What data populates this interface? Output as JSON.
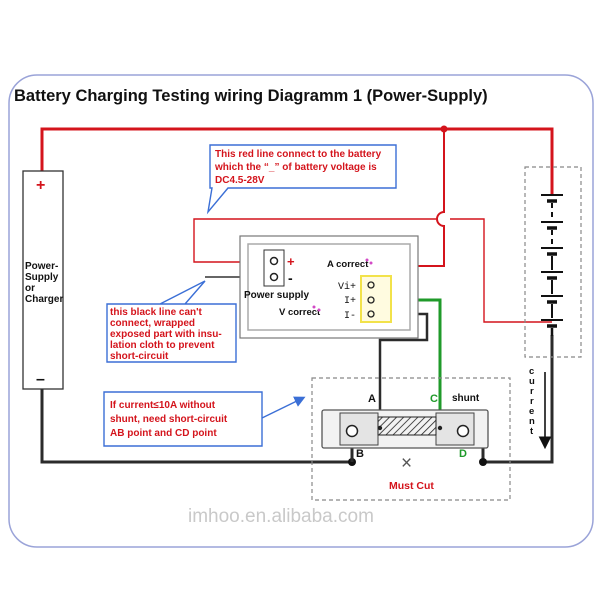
{
  "title": "Battery Charging Testing wiring Diagramm 1 (Power-Supply)",
  "power_supply_box": {
    "plus": "+",
    "minus": "–",
    "lines": [
      "Power-",
      "Supply",
      "or",
      "Charger"
    ]
  },
  "meter": {
    "plus": "+",
    "minus": "-",
    "power_supply_label": "Power supply",
    "a_correct": "A correct",
    "v_correct": "V correct",
    "vi_plus": "Vi+",
    "i_plus": "I+",
    "i_minus": "I-"
  },
  "note_red_line": [
    "This red line connect to the battery",
    "which the “_” of battery voltage is",
    "DC4.5-28V"
  ],
  "note_black_line": [
    "this black line can't",
    "connect, wrapped",
    "exposed part with  insu-",
    "lation cloth to prevent",
    "short-circuit"
  ],
  "note_shunt": [
    "If current≤10A without",
    "shunt, need short-circuit",
    "AB point and CD point"
  ],
  "shunt": {
    "label": "shunt",
    "a": "A",
    "b": "B",
    "c": "C",
    "d": "D",
    "must_cut": "Must Cut",
    "cross": "×"
  },
  "current_label": [
    "c",
    "u",
    "r",
    "r",
    "e",
    "n",
    "t"
  ],
  "watermark": "imhoo.en.alibaba.com",
  "colors": {
    "red_wire": "#d4141c",
    "black_wire": "#2b2b2b",
    "green_wire": "#1f9a2a",
    "yellow_highlight": "#f2e24a",
    "blue_callout": "#3b6fd6",
    "frame": "#9aa3d8"
  }
}
